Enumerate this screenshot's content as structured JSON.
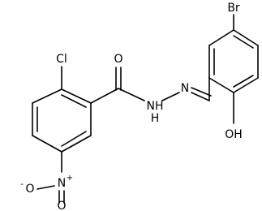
{
  "molecule": {
    "atoms": {
      "cl": "Cl",
      "o_carbonyl": "O",
      "nh": "NH",
      "h_of_nh": "H",
      "n_imine": "N",
      "br": "Br",
      "oh": "OH",
      "n_nitro": "N",
      "n_plus": "+",
      "o_nitro_left": "O",
      "o_minus": "-",
      "o_nitro_bottom": "O"
    }
  }
}
